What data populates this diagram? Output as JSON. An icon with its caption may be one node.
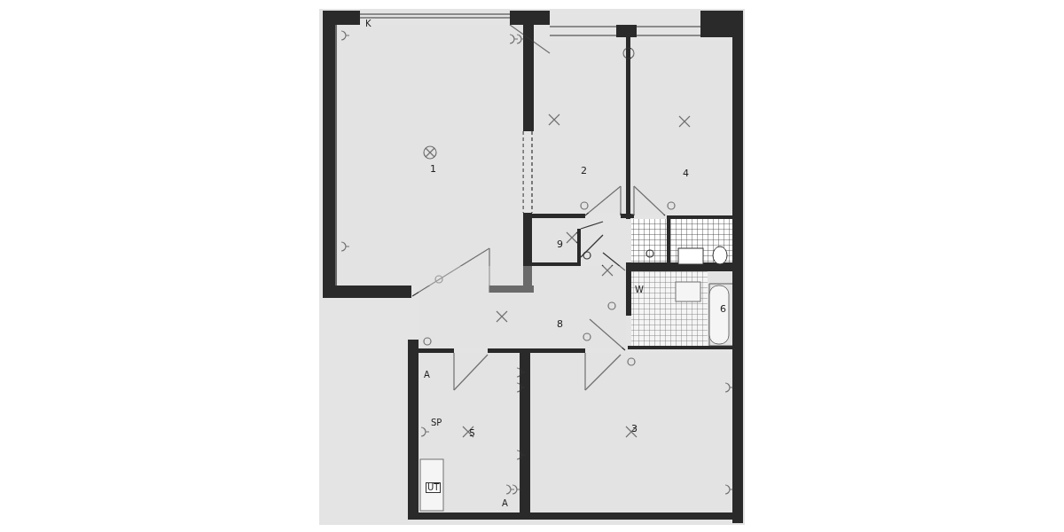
{
  "diagram": {
    "nodes": [
      {
        "text": [
          "1"
        ]
      },
      {
        "text": [
          "2"
        ]
      },
      {
        "text": [
          "4"
        ]
      },
      {
        "text": [
          "9"
        ]
      },
      {
        "text": [
          "8"
        ]
      },
      {
        "text": [
          "6"
        ]
      },
      {
        "text": [
          "5"
        ]
      },
      {
        "text": [
          "3"
        ]
      }
    ],
    "labels": [
      "K",
      "W",
      "A",
      "SP",
      "UT",
      "A"
    ]
  }
}
